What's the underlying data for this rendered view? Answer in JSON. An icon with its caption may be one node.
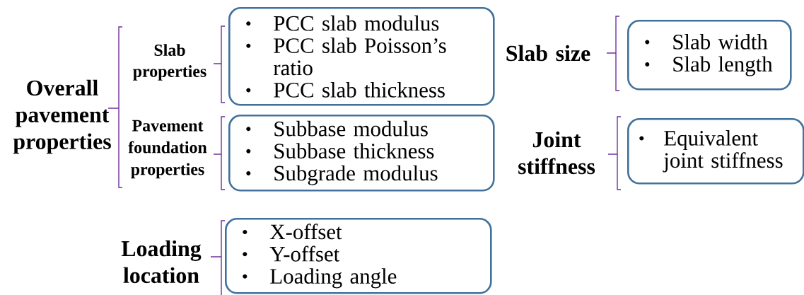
{
  "diagram": {
    "nodes": [
      {
        "text": [
          "PCC slab modulus",
          "PCC slab Poisson’s ratio",
          "PCC slab thickness"
        ]
      },
      {
        "text": [
          "Subbase modulus",
          "Subbase thickness",
          "Subgrade modulus"
        ]
      },
      {
        "text": [
          "Slab width",
          "Slab length"
        ]
      },
      {
        "text": [
          "Equivalent joint stiffness"
        ]
      },
      {
        "text": [
          "X-offset",
          "Y-offset",
          "Loading angle"
        ]
      }
    ],
    "labels": [
      "Overall pavement properties",
      "Slab properties",
      "Pavement foundation properties",
      "Slab size",
      "Joint stiffness",
      "Loading location"
    ]
  }
}
